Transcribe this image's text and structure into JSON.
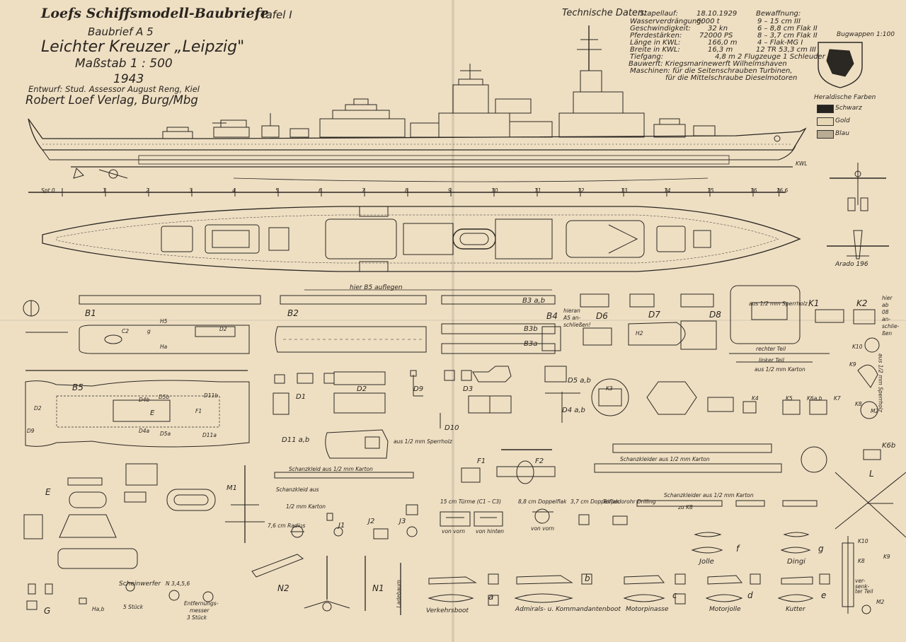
{
  "title": {
    "series": "Loefs Schiffsmodell-Baubriefe",
    "plate": "Tafel I",
    "kit": "Baubrief A 5",
    "ship": "Leichter Kreuzer „Leipzig\"",
    "scale": "Maßstab 1 : 500",
    "year": "1943",
    "design": "Entwurf: Stud. Assessor August Reng, Kiel",
    "publisher": "Robert Loef Verlag, Burg/Mbg"
  },
  "tech": {
    "header": "Technische Daten:",
    "rows": [
      {
        "label": "Stapellauf:",
        "value": "18.10.1929"
      },
      {
        "label": "Wasserverdrängung:",
        "value": "6000 t"
      },
      {
        "label": "Geschwindigkeit:",
        "value": "32 kn"
      },
      {
        "label": "Pferdestärken:",
        "value": "72000 PS"
      },
      {
        "label": "Länge in KWL:",
        "value": "166,0 m"
      },
      {
        "label": "Breite in KWL:",
        "value": "16,3 m"
      },
      {
        "label": "Tiefgang:",
        "value": "4,8 m"
      }
    ],
    "armament_header": "Bewaffnung:",
    "armament": [
      "9 – 15 cm III",
      "6 – 8,8 cm Flak II",
      "8 – 3,7 cm Flak II",
      "4 – Flak-MG I",
      "12 TR 53,3 cm III",
      "2 Flugzeuge 1 Schleuder"
    ],
    "yard": "Bauwerft: Kriegsmarinewerft Wilhelmshaven",
    "engines1": "Maschinen: für die Seitenschrauben Turbinen,",
    "engines2": "für die Mittelschraube Dieselmotoren"
  },
  "heraldry": {
    "title": "Bugwappen 1:100",
    "colors_title": "Heraldische Farben",
    "colors": [
      {
        "name": "Schwarz",
        "hex": "#262420"
      },
      {
        "name": "Gold",
        "hex": "#e7d7b4"
      },
      {
        "name": "Blau",
        "hex": "#b9ab94"
      }
    ]
  },
  "aircraft": "Arado 196",
  "waterline": "KWL",
  "frames": [
    "Spt 0",
    "1",
    "2",
    "3",
    "4",
    "5",
    "6",
    "7",
    "8",
    "9",
    "10",
    "11",
    "12",
    "13",
    "14",
    "15",
    "16",
    "16,6"
  ],
  "labels": {
    "hier_b5": "hier B5 auflegen",
    "b1": "B1",
    "b2": "B2",
    "b3ab": "B3 a,b",
    "b3b": "B3b",
    "b3a": "B3a",
    "b4": "B4",
    "hieran1": "hieran",
    "hieran2": "A5 an-",
    "hieran3": "schließen!",
    "d6": "D6",
    "d7": "D7",
    "d8": "D8",
    "b5": "B5",
    "d1": "D1",
    "d2": "D2",
    "d3": "D3",
    "d9": "D9",
    "d5ab": "D5 a,b",
    "d4ab": "D4 a,b",
    "d10": "D10",
    "d11ab": "D11 a,b",
    "sperrholz1": "aus 1/2 mm Sperrholz",
    "sperrholz2": "aus 1/2 mm Sperrholz",
    "sperrholz3": "aus 1/2 mm Sperrholz",
    "k1": "K1",
    "k2": "K2",
    "rechter": "rechter Teil",
    "linker": "linker Teil",
    "karton1": "aus 1/2 mm Karton",
    "hier_ab1": "hier",
    "hier_ab2": "ab",
    "hier_ab3": "08",
    "hier_ab4": "an-",
    "hier_ab5": "schlie-",
    "hier_ab6": "ßen",
    "k10": "K10",
    "k9": "K9",
    "k8": "K8",
    "m2": "M2",
    "k3": "K3",
    "k4": "K4",
    "k5": "K5",
    "k6ab": "K6a,b",
    "k7": "K7",
    "k6b": "K6b",
    "l": "L",
    "schanz1": "Schanzkleid aus 1/2 mm Karton",
    "schanz2": "Schanzkleid aus",
    "schanz2b": "1/2 mm Karton",
    "schanz3": "Schanzkleider aus 1/2 mm Karton",
    "schanz4": "Schanzkleider aus 1/2 mm Karton",
    "zuk8": "zu K8",
    "f1": "F1",
    "f2": "F2",
    "m1": "M1",
    "e": "E",
    "j1": "J1",
    "j2": "J2",
    "j3": "J3",
    "radius": "7,6 cm Radius",
    "tuerme": "15 cm Türme (C1 – C3)",
    "vonvorn": "von vorn",
    "vonhinten": "von hinten",
    "doppelflak": "8,8 cm Doppelflak",
    "vonvorn2": "von vorn",
    "flak37": "3,7 cm Doppelflak",
    "torpedo": "Torpedorohr Drilling",
    "jolle": "Jolle",
    "dingi": "Dingi",
    "f": "f",
    "g": "g",
    "k10b": "K10",
    "k8b": "K8",
    "k9b": "K9",
    "verfenkter": "ver- senk- ter Teil",
    "m2b": "M2",
    "scheinwerfer": "Scheinwerfer",
    "scheinw_cnt": "5 Stück",
    "n3456": "N 3,4,5,6",
    "entfernung": "Entfernungs-",
    "entfernung2": "messer",
    "entf_cnt": "3 Stück",
    "n2": "N2",
    "n1": "N1",
    "ladebaum": "Ladebaum",
    "g_part": "G",
    "hab": "Ha,b",
    "verkehrsboot": "Verkehrsboot",
    "a": "a",
    "admiral": "Admirals- u. Kommandantenboot",
    "b": "b",
    "motorpinasse": "Motorpinasse",
    "c": "c",
    "motorjolle": "Motorjolle",
    "d": "d",
    "kutter": "Kutter",
    "e_small": "e",
    "c2": "C2",
    "g1": "g",
    "d2a": "D2",
    "h5": "H5",
    "ha": "Ha",
    "d4b": "D4b",
    "d5b": "D5b",
    "d11b": "D11b",
    "d2b": "D2",
    "e_big": "E",
    "f1b": "F1",
    "d4a": "D4a",
    "d5a": "D5a",
    "d11a": "D11a",
    "d9b": "D9",
    "h2": "H2"
  }
}
